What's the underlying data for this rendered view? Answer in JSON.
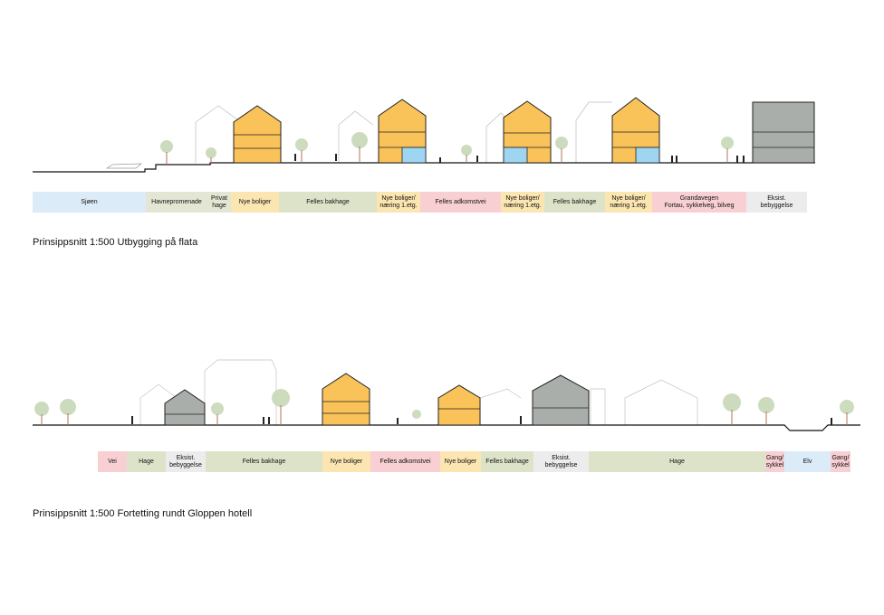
{
  "colors": {
    "water": "#dcebf8",
    "promenade": "#e4e6d4",
    "garden": "#dde3c9",
    "housing": "#fbe5b1",
    "road": "#f8cfd3",
    "existing": "#ececec",
    "house_fill": "#fac35a",
    "house_fill_grey": "#a9aeab",
    "shop_blue": "#9ed6f1",
    "tree": "#c7d8b6"
  },
  "section1": {
    "caption": "Prinsippsnitt 1:500 Utbygging på flata",
    "zones": [
      {
        "label": "Sjøen",
        "color": "water",
        "width": 125
      },
      {
        "label": "Havnepromenade",
        "color": "promenade",
        "width": 68
      },
      {
        "label": "Privat\nhage",
        "color": "promenade",
        "width": 26
      },
      {
        "label": "Nye boliger",
        "color": "housing",
        "width": 53
      },
      {
        "label": "Felles bakhage",
        "color": "garden",
        "width": 108
      },
      {
        "label": "Nye boliger/\nnæring 1.etg.",
        "color": "housing",
        "width": 48
      },
      {
        "label": "Felles adkomstvei",
        "color": "road",
        "width": 89
      },
      {
        "label": "Nye boliger/\nnæring 1.etg.",
        "color": "housing",
        "width": 48
      },
      {
        "label": "Felles bakhage",
        "color": "garden",
        "width": 67
      },
      {
        "label": "Nye boliger/\nnæring 1.etg.",
        "color": "housing",
        "width": 52
      },
      {
        "label": "Grandavegen\nFortau, sykkelveg, bilveg",
        "color": "road",
        "width": 104
      },
      {
        "label": "Eksist.\nbebyggelse",
        "color": "existing",
        "width": 67
      }
    ]
  },
  "section2": {
    "caption": "Prinsippsnitt 1:500 Fortetting rundt Gloppen hotell",
    "zones": [
      {
        "label": "Vei",
        "color": "road",
        "width": 32
      },
      {
        "label": "Hage",
        "color": "garden",
        "width": 43
      },
      {
        "label": "Eksist.\nbebyggelse",
        "color": "existing",
        "width": 44
      },
      {
        "label": "Felles bakhage",
        "color": "garden",
        "width": 129
      },
      {
        "label": "Nye boliger",
        "color": "housing",
        "width": 53
      },
      {
        "label": "Felles adkomstvei",
        "color": "road",
        "width": 77
      },
      {
        "label": "Nye boliger",
        "color": "housing",
        "width": 45
      },
      {
        "label": "Felles bakhage",
        "color": "garden",
        "width": 58
      },
      {
        "label": "Eksist.\nbebyggelse",
        "color": "existing",
        "width": 61
      },
      {
        "label": "Hage",
        "color": "garden",
        "width": 195
      },
      {
        "label": "Gang/\nsykkel",
        "color": "road",
        "width": 21
      },
      {
        "label": "Elv",
        "color": "water",
        "width": 51
      },
      {
        "label": "Gang/\nsykkel",
        "color": "road",
        "width": 22
      }
    ]
  }
}
